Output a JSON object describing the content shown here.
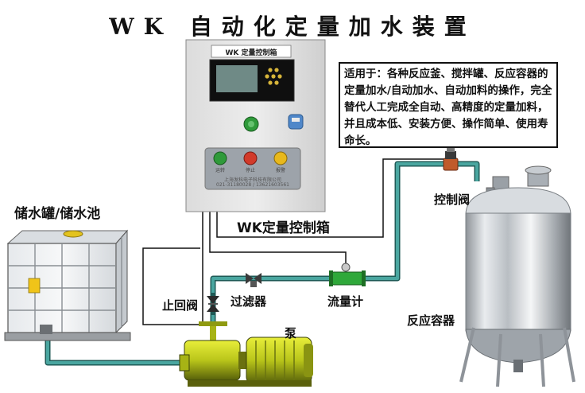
{
  "title": "WK 自动化定量加水装置",
  "description": "适用于：各种反应釜、搅拌罐、反应容器的定量加水/自动加水、自动加料的操作，完全替代人工完成全自动、高精度的定量加料，并且成本低、安装方便、操作简单、使用寿命长。",
  "labels": {
    "tank": "储水罐/储水池",
    "control_box": "WK定量控制箱",
    "control_valve": "控制阀",
    "check_valve": "止回阀",
    "filter": "过滤器",
    "flowmeter": "流量计",
    "pump": "泵",
    "reactor": "反应容器"
  },
  "control_box": {
    "nameplate": "WK 定量控制箱",
    "lamp_labels": [
      "运转",
      "停止",
      "报警"
    ],
    "company": "上海发科电子科技有限公司",
    "phone": "021-31180028 / 13621603561",
    "colors": {
      "lamp_green": "#2f9a3a",
      "lamp_red": "#d23a2a",
      "lamp_yellow": "#e8b81c",
      "pipe": "#3a8f8a"
    }
  }
}
